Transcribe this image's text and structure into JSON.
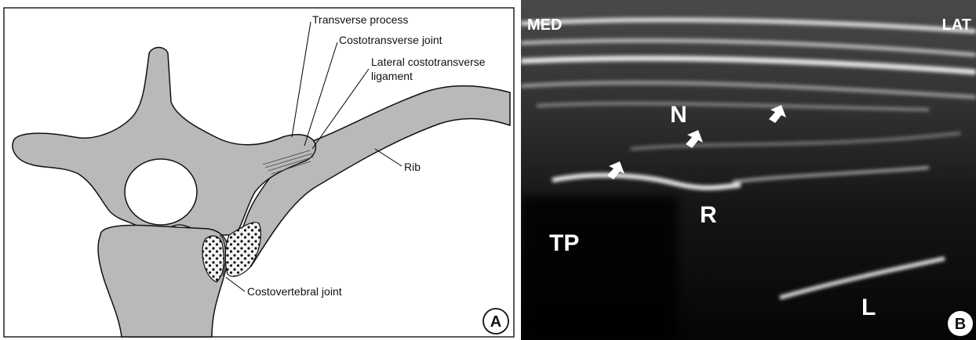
{
  "panel_a": {
    "labels": {
      "transverse_process": "Transverse process",
      "costotransverse_joint": "Costotransverse joint",
      "lateral_ligament_line1": "Lateral costotransverse",
      "lateral_ligament_line2": "ligament",
      "rib": "Rib",
      "costovertebral_joint": "Costovertebral joint"
    },
    "badge": "A"
  },
  "panel_b": {
    "labels": {
      "med": "MED",
      "lat": "LAT",
      "n": "N",
      "r": "R",
      "tp": "TP",
      "l": "L"
    },
    "badge": "B"
  },
  "colors": {
    "bone": "#b9b9b9",
    "bone_light": "#dedede",
    "outline": "#111111",
    "ultrasound_bg": "#0d0d0d"
  }
}
